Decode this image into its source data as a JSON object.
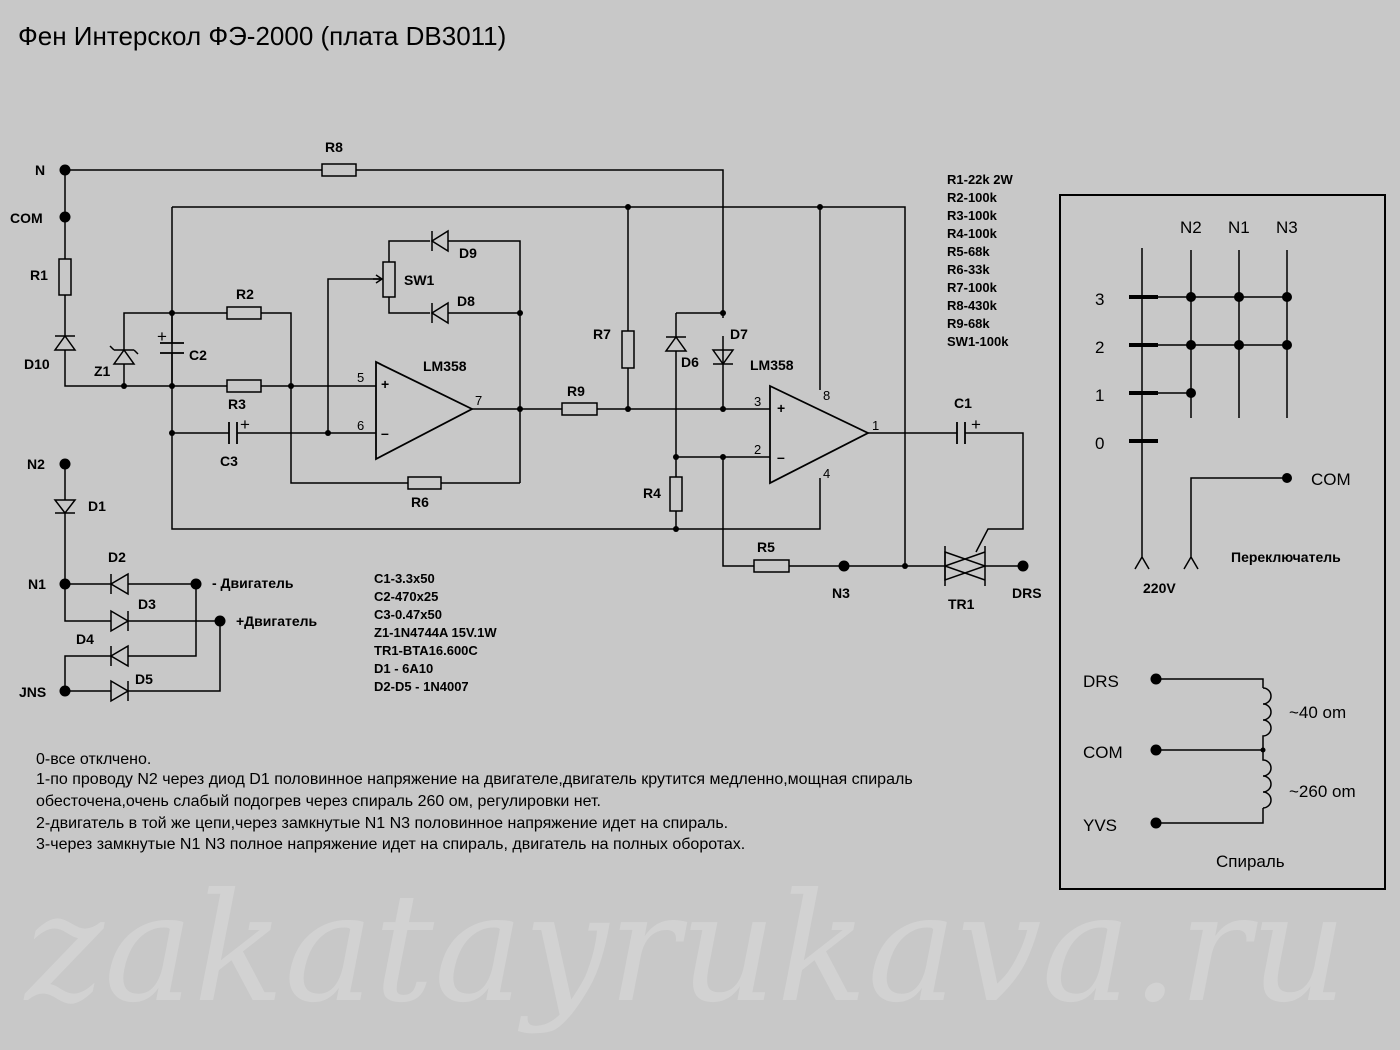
{
  "title": "Фен Интерскол ФЭ-2000 (плата DB3011)",
  "watermark": "zakatayrukava.ru",
  "colors": {
    "background": "#c8c8c8",
    "ink": "#000000",
    "watermark": "#d2d2d2"
  },
  "labels": {
    "n": "N",
    "com": "COM",
    "r1": "R1",
    "d10": "D10",
    "z1": "Z1",
    "c2": "C2",
    "r2": "R2",
    "r3": "R3",
    "c3": "C3",
    "r8": "R8",
    "sw1": "SW1",
    "d9": "D9",
    "d8": "D8",
    "op1": "LM358",
    "op2": "LM358",
    "r6": "R6",
    "r9": "R9",
    "r7": "R7",
    "d6": "D6",
    "d7": "D7",
    "r4": "R4",
    "r5": "R5",
    "n3": "N3",
    "c1": "C1",
    "tr1": "TR1",
    "drs": "DRS",
    "n2": "N2",
    "d1": "D1",
    "n1": "N1",
    "d2": "D2",
    "d3": "D3",
    "d4": "D4",
    "d5": "D5",
    "jns": "JNS",
    "motor_minus": "- Двигатель",
    "motor_plus": "+Двигатель",
    "op1_plus": "+",
    "op1_minus": "–",
    "op2_plus": "+",
    "op2_minus": "–",
    "c2_plus": "+",
    "c3_plus": "+",
    "c1_plus": "+"
  },
  "pins": {
    "p5": "5",
    "p6": "6",
    "p7": "7",
    "p3": "3",
    "p2": "2",
    "p8": "8",
    "p4": "4",
    "p1": "1"
  },
  "resistors": [
    "R1-22k 2W",
    "R2-100k",
    "R3-100k",
    "R4-100k",
    "R5-68k",
    "R6-33k",
    "R7-100k",
    "R8-430k",
    "R9-68k",
    "SW1-100k"
  ],
  "parts": [
    "C1-3.3x50",
    "C2-470x25",
    "C3-0.47x50",
    "Z1-1N4744A 15V.1W",
    "TR1-BTA16.600C",
    "D1 - 6A10",
    "D2-D5 - 1N4007"
  ],
  "notes": [
    "0-все отклчено.",
    "1-по проводу N2 через диод D1 половинное напряжение на двигателе,двигатель крутится медленно,мощная спираль",
    "обесточена,очень слабый подогрев через спираль 260 ом, регулировки нет.",
    "2-двигатель в той же цепи,через замкнутые N1 N3 половинное напряжение идет  на спираль.",
    "3-через замкнутые N1 N3 полное напряжение идет на спираль,  двигатель на полных оборотах."
  ],
  "switch_panel": {
    "n2": "N2",
    "n1": "N1",
    "n3": "N3",
    "positions": [
      "3",
      "2",
      "1",
      "0"
    ],
    "com": "COM",
    "v220": "220V",
    "caption": "Переключатель"
  },
  "coil_panel": {
    "drs": "DRS",
    "com": "COM",
    "yvs": "YVS",
    "upper_coil": "~40 om",
    "lower_coil": "~260 om",
    "caption": "Спираль"
  }
}
